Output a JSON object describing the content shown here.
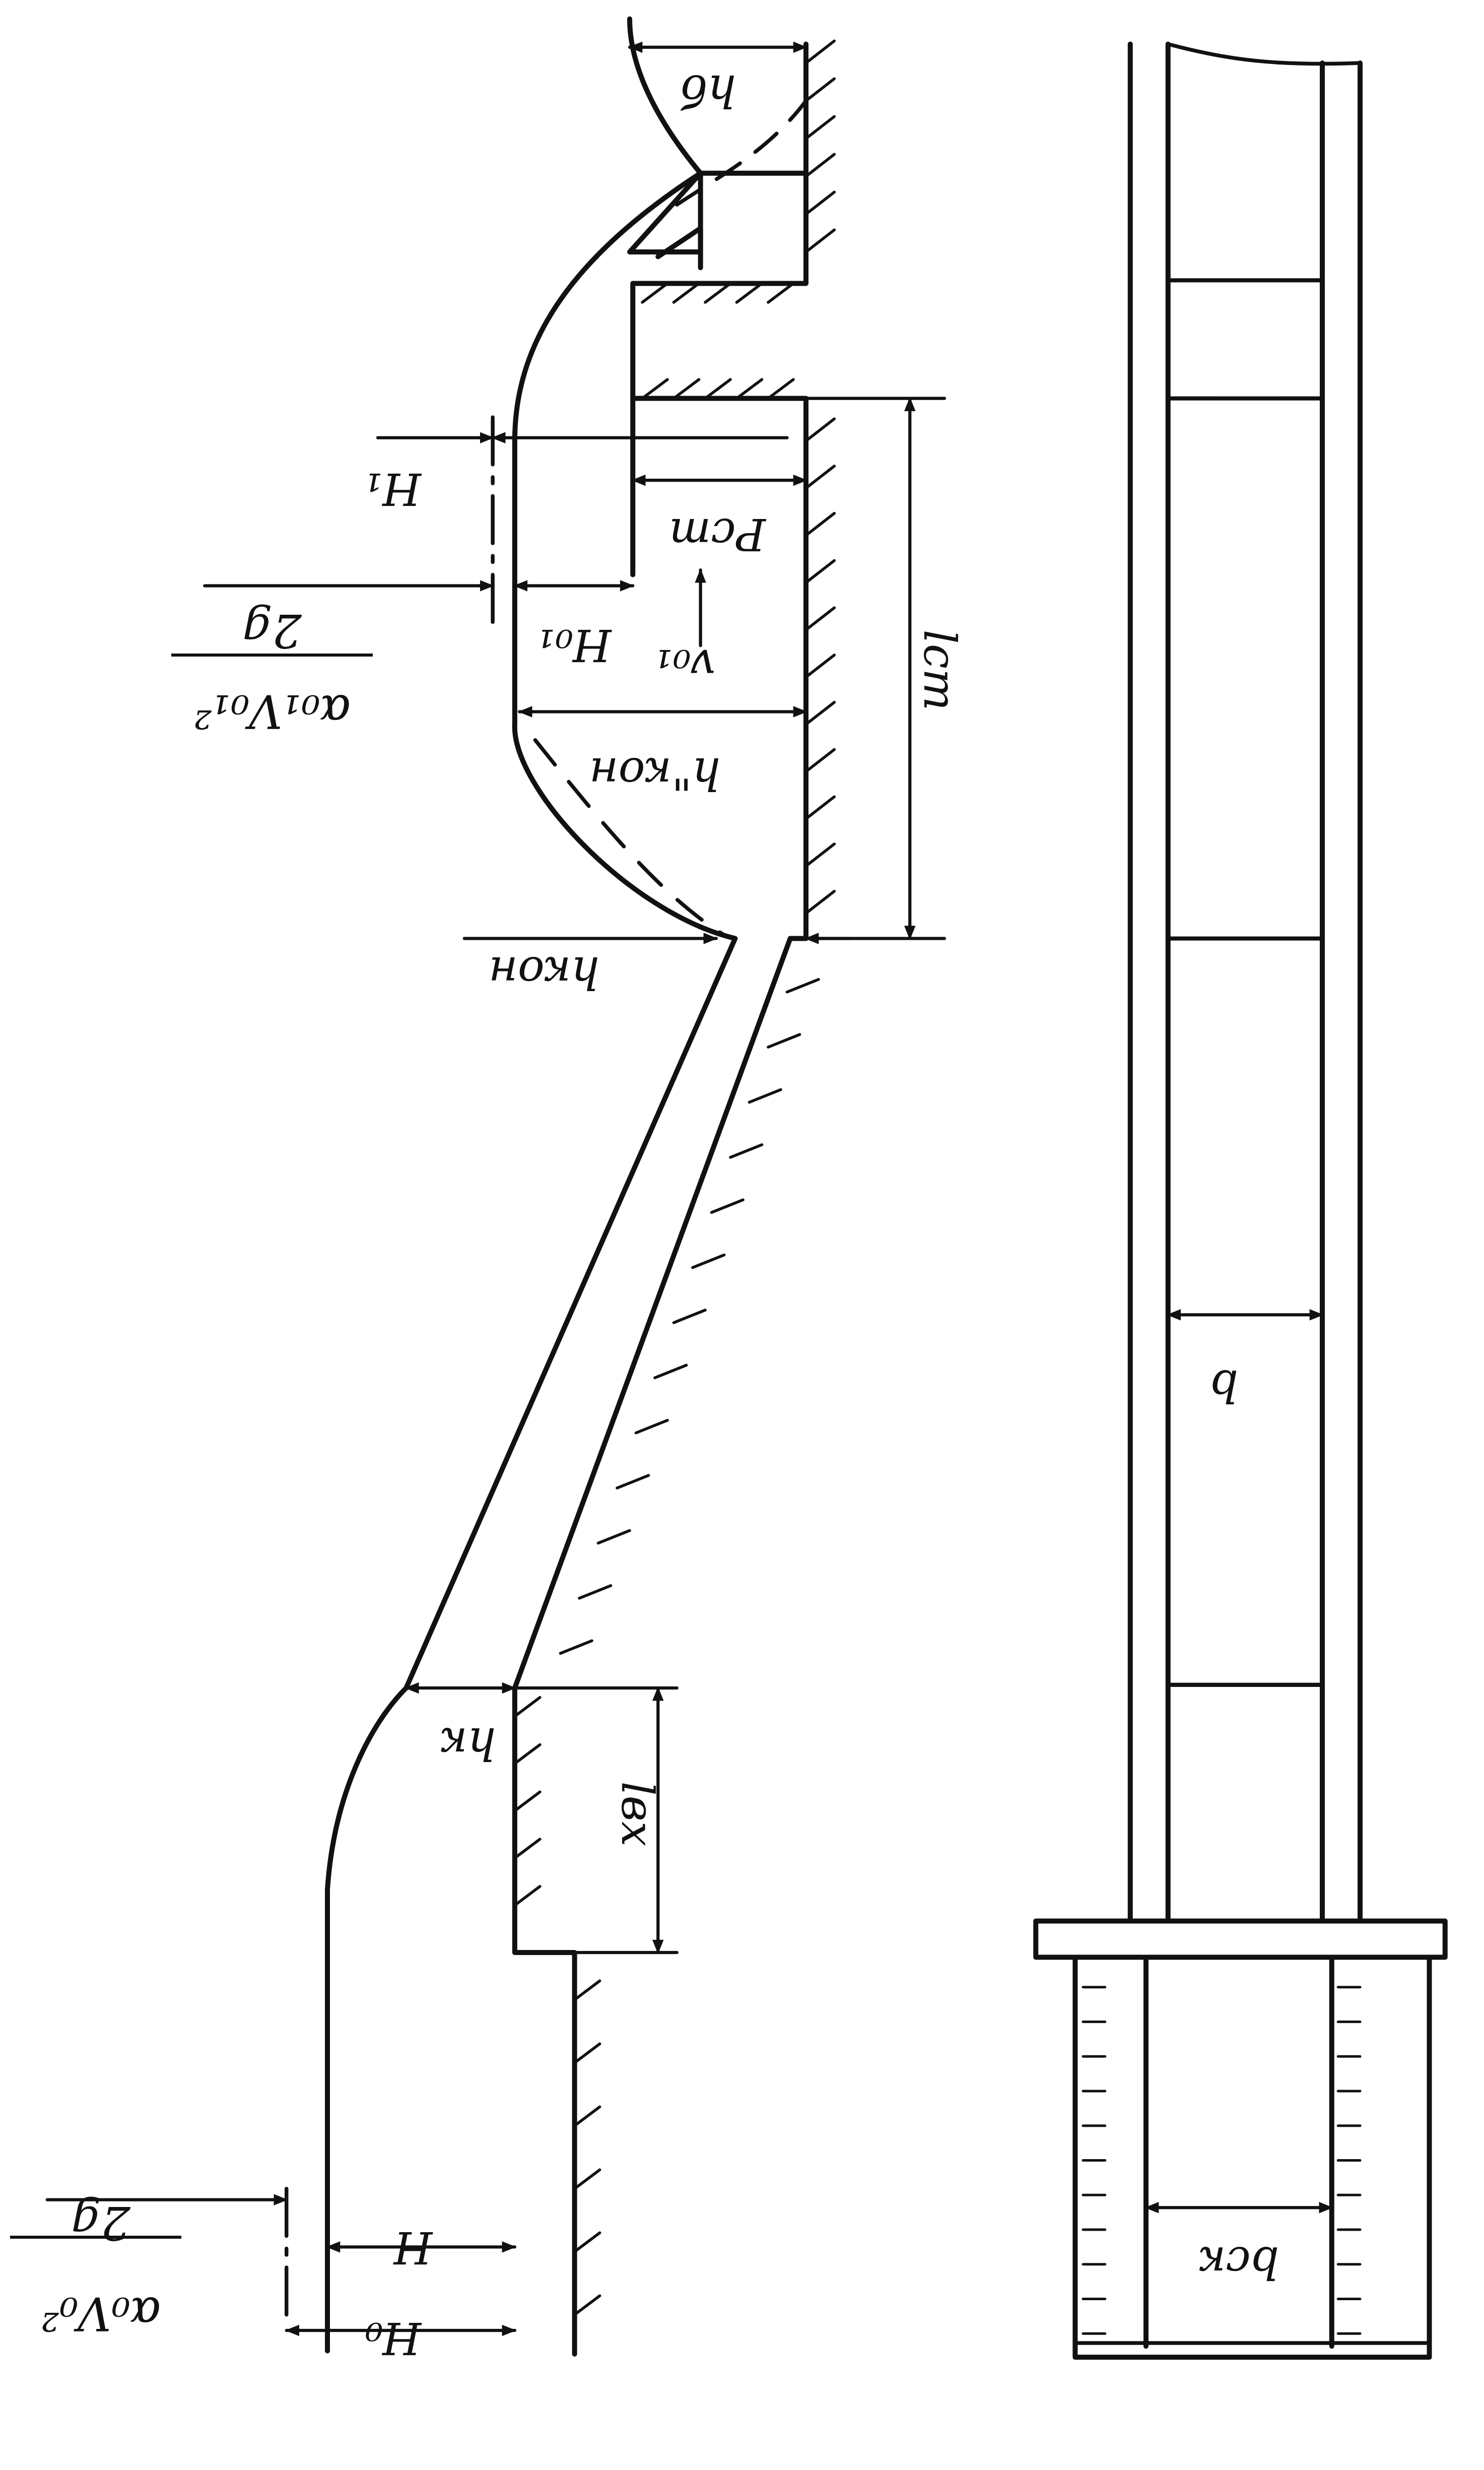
{
  "labels": {
    "hb": "hб",
    "H1": "H₁",
    "Pcm": "Pст",
    "H01": "H₀₁",
    "v01": "v₀₁",
    "head_upper_num": "α₀₁V₀₁²",
    "head_upper_den": "2g",
    "hkon_dd": "h\"кон",
    "l_cm": "lст",
    "hkon": "hкон",
    "hk": "hк",
    "l_bx": "lвх",
    "H": "H",
    "H0": "H₀",
    "head_lower_num": "α₀V₀²",
    "head_lower_den": "2g",
    "b": "b",
    "b_ck": "bск"
  },
  "colors": {
    "ink": "#111111",
    "background": "#ffffff"
  }
}
